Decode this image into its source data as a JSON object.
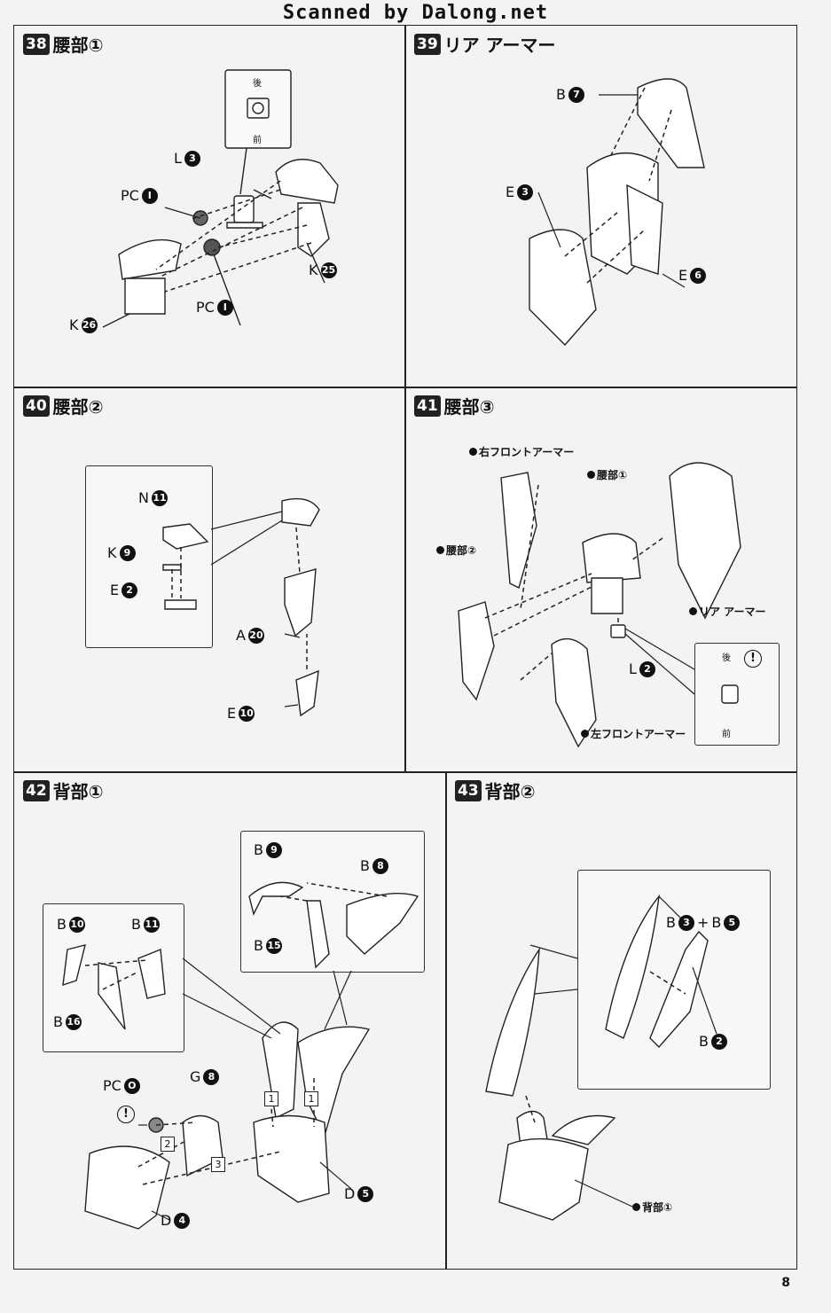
{
  "watermark": "Scanned by Dalong.net",
  "page_number": "8",
  "steps": [
    {
      "number": "38",
      "title": "腰部①"
    },
    {
      "number": "39",
      "title": "リア アーマー"
    },
    {
      "number": "40",
      "title": "腰部②"
    },
    {
      "number": "41",
      "title": "腰部③"
    },
    {
      "number": "42",
      "title": "背部①"
    },
    {
      "number": "43",
      "title": "背部②"
    }
  ],
  "s38": {
    "orient_back": "後",
    "orient_front": "前",
    "parts": [
      {
        "runner": "L",
        "num": "3"
      },
      {
        "runner": "PC",
        "num": "I"
      },
      {
        "runner": "K",
        "num": "25"
      },
      {
        "runner": "PC",
        "num": "I"
      },
      {
        "runner": "K",
        "num": "26"
      }
    ]
  },
  "s39": {
    "parts": [
      {
        "runner": "B",
        "num": "7"
      },
      {
        "runner": "E",
        "num": "3"
      },
      {
        "runner": "E",
        "num": "6"
      }
    ]
  },
  "s40": {
    "parts": [
      {
        "runner": "N",
        "num": "11"
      },
      {
        "runner": "K",
        "num": "9"
      },
      {
        "runner": "E",
        "num": "2"
      },
      {
        "runner": "A",
        "num": "20"
      },
      {
        "runner": "E",
        "num": "10"
      }
    ]
  },
  "s41": {
    "right_front": "右フロントアーマー",
    "waist1": "腰部①",
    "waist2": "腰部②",
    "rear_armor": "リア アーマー",
    "left_front": "左フロントアーマー",
    "part": {
      "runner": "L",
      "num": "2"
    },
    "orient_back": "後",
    "orient_front": "前",
    "warn": "!"
  },
  "s42": {
    "parts": [
      {
        "runner": "B",
        "num": "9"
      },
      {
        "runner": "B",
        "num": "8"
      },
      {
        "runner": "B",
        "num": "15"
      },
      {
        "runner": "B",
        "num": "10"
      },
      {
        "runner": "B",
        "num": "11"
      },
      {
        "runner": "B",
        "num": "16"
      },
      {
        "runner": "PC",
        "num": "O"
      },
      {
        "runner": "G",
        "num": "8"
      },
      {
        "runner": "D",
        "num": "5"
      },
      {
        "runner": "D",
        "num": "4"
      }
    ],
    "order_marks": [
      "1",
      "1",
      "2",
      "3"
    ],
    "warn": "!"
  },
  "s43": {
    "combo": {
      "a_runner": "B",
      "a_num": "3",
      "plus": "+",
      "b_runner": "B",
      "b_num": "5"
    },
    "part": {
      "runner": "B",
      "num": "2"
    },
    "back1": "背部①"
  },
  "colors": {
    "ink": "#111111",
    "paper": "#f3f3f1"
  }
}
